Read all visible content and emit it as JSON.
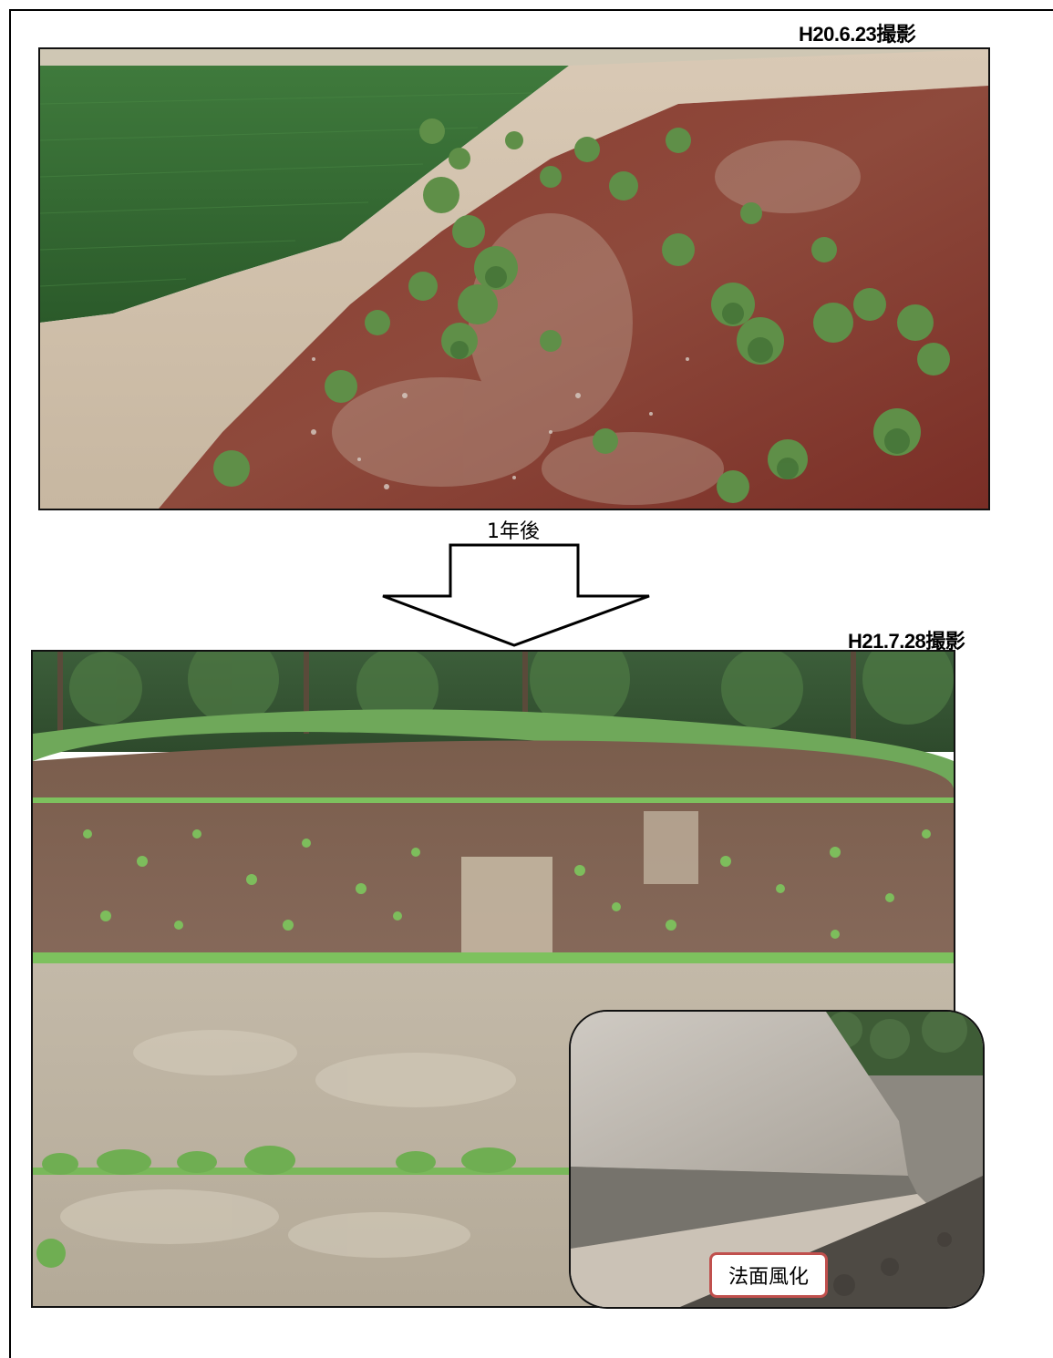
{
  "top_photo": {
    "caption": "H20.6.23撮影"
  },
  "transition": {
    "label": "1年後"
  },
  "bottom_photo": {
    "caption": "H21.7.28撮影",
    "inset": {
      "badge_label": "法面風化"
    }
  }
}
